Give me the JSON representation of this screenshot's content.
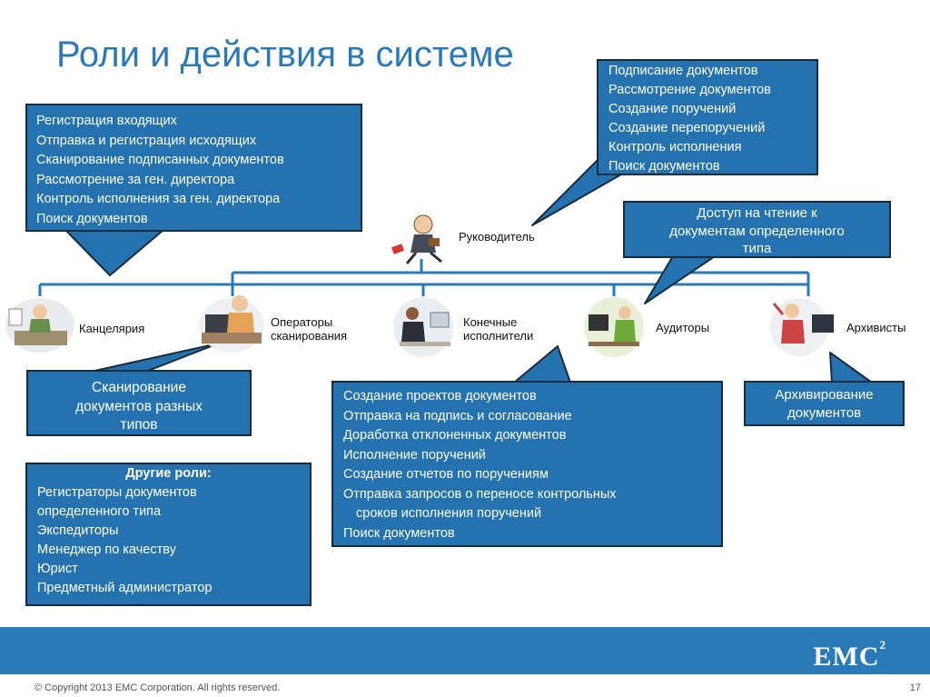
{
  "title": "Роли и действия в системе",
  "roles": {
    "manager": "Руководитель",
    "office": "Канцелярия",
    "operators": [
      "Операторы",
      "сканирования"
    ],
    "executors": [
      "Конечные",
      "исполнители"
    ],
    "auditors": "Аудиторы",
    "archivists": "Архивисты"
  },
  "callouts": {
    "manager": [
      "Подписание документов",
      "Рассмотрение документов",
      "Создание поручений",
      "Создание перепоручений",
      "Контроль исполнения",
      "Поиск документов"
    ],
    "office": [
      "Регистрация входящих",
      "Отправка и регистрация исходящих",
      "Сканирование подписанных документов",
      "Рассмотрение за ген. директора",
      "Контроль исполнения за ген. директора",
      "Поиск документов"
    ],
    "auditors": [
      "Доступ на чтение к",
      "документам определенного",
      "типа"
    ],
    "operators": [
      "Сканирование",
      "документов разных",
      "типов"
    ],
    "executors": [
      "Создание проектов документов",
      "Отправка на подпись и согласование",
      "Доработка отклоненных документов",
      "Исполнение поручений",
      "Создание отчетов по поручениям",
      "Отправка запросов о переносе контрольных",
      "сроков исполнения поручений",
      "Поиск документов"
    ],
    "archivists": [
      "Архивирование",
      "документов"
    ]
  },
  "other_roles": {
    "heading": "Другие роли:",
    "items": [
      "Регистраторы документов",
      "определенного типа",
      "Экспедиторы",
      "Менеджер по качеству",
      "Юрист",
      "Предметный администратор"
    ]
  },
  "icons": [
    "manager-icon",
    "office-clerk-icon",
    "scan-operator-icon",
    "executor-icon",
    "auditor-icon",
    "archivist-icon"
  ],
  "colors": {
    "accent": "#2a7ab8",
    "callout_fill": "#2472b0",
    "callout_border": "#1a2b3c"
  },
  "footer": {
    "logo": "EMC",
    "logo_sup": "2",
    "copyright": "© Copyright 2013 EMC Corporation. All rights reserved.",
    "page_number": "17"
  }
}
